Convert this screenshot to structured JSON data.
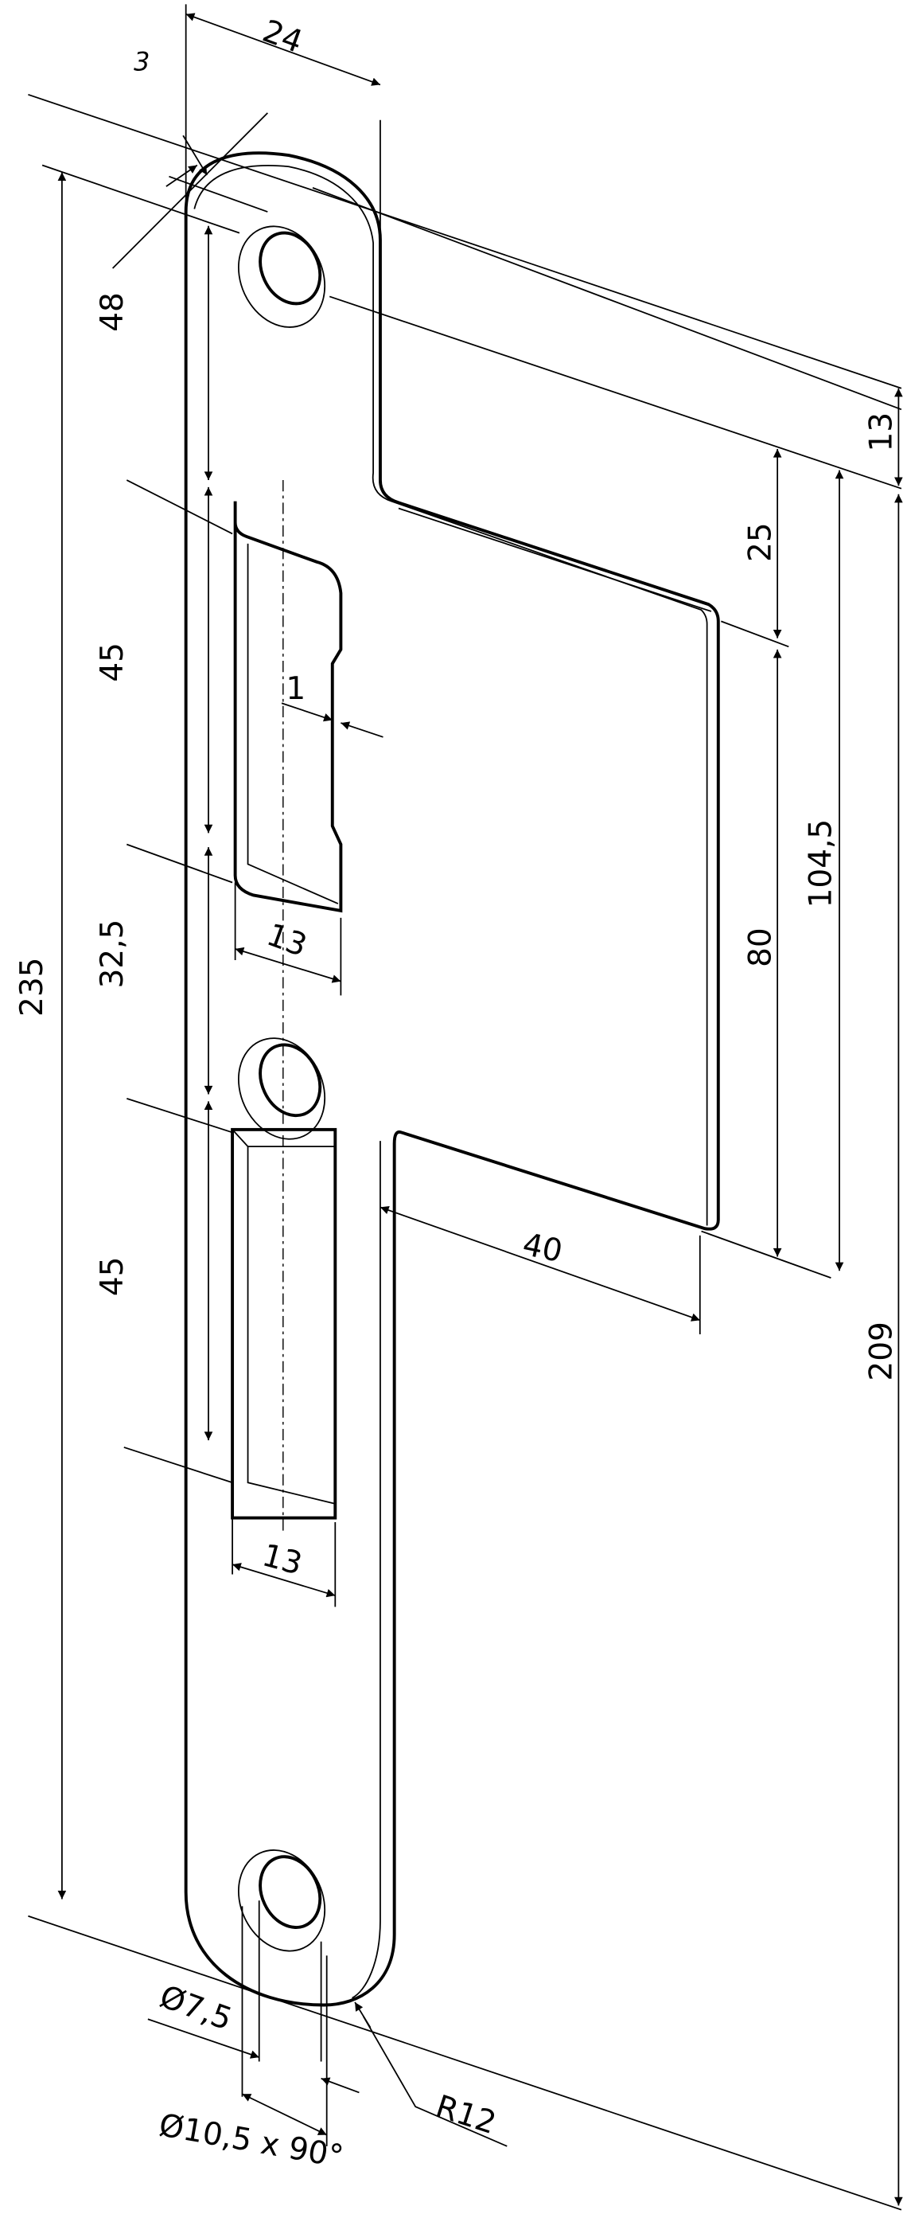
{
  "drawing": {
    "dimensions": {
      "width_top": "24",
      "thickness": "3",
      "hole_to_slot": "48",
      "slot1_length": "45",
      "slot_gap": "32,5",
      "slot2_length": "45",
      "total_length": "235",
      "step": "1",
      "slot1_width": "13",
      "slot2_width": "13",
      "lip_width": "40",
      "lip_offset": "25",
      "lip_length": "80",
      "lip_total": "104,5",
      "top_offset": "13",
      "lower_length": "209",
      "hole_diameter": "Ø7,5",
      "countersink": "Ø10,5 x 90°",
      "radius": "R12"
    }
  }
}
